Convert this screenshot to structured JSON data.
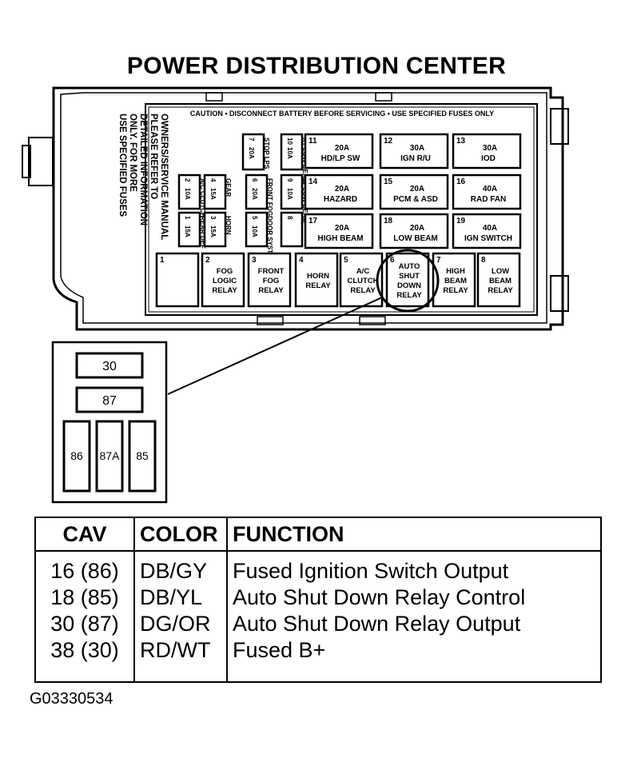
{
  "title": "POWER DISTRIBUTION CENTER",
  "caution": "CAUTION • DISCONNECT BATTERY BEFORE SERVICING • USE SPECIFIED FUSES ONLY",
  "side_note": [
    "USE SPECIFIED FUSES",
    "ONLY. FOR MORE",
    "DETAILED INFORMATION",
    "PLEASE REFER TO",
    "OWNERS/SERVICE MANUAL"
  ],
  "fuses": [
    {
      "num": "11",
      "l1": "20A",
      "l2": "HD/LP SW"
    },
    {
      "num": "12",
      "l1": "30A",
      "l2": "IGN R/U"
    },
    {
      "num": "13",
      "l1": "30A",
      "l2": "IOD"
    },
    {
      "num": "14",
      "l1": "20A",
      "l2": "HAZARD"
    },
    {
      "num": "15",
      "l1": "20A",
      "l2": "PCM & ASD"
    },
    {
      "num": "16",
      "l1": "40A",
      "l2": "RAD FAN"
    },
    {
      "num": "17",
      "l1": "20A",
      "l2": "HIGH BEAM"
    },
    {
      "num": "18",
      "l1": "20A",
      "l2": "LOW BEAM"
    },
    {
      "num": "19",
      "l1": "40A",
      "l2": "IGN SWITCH"
    }
  ],
  "small_fuses": [
    {
      "num": "7",
      "amp": "20A",
      "label": "STOP LPS"
    },
    {
      "num": "10",
      "amp": "10A",
      "label": "RT LOW BEAM"
    },
    {
      "num": "9",
      "amp": "10A",
      "label": "LT LOW BEAM"
    },
    {
      "num": "2",
      "amp": "10A",
      "label": "A/C CLUTCH"
    },
    {
      "num": "4",
      "amp": "15A",
      "label": "GEAR"
    },
    {
      "num": "6",
      "amp": "20A",
      "label": "FRONT FOG"
    },
    {
      "num": "1",
      "amp": "15A",
      "label": "REAR DEF"
    },
    {
      "num": "3",
      "amp": "15A",
      "label": "HORN"
    },
    {
      "num": "5",
      "amp": "10A",
      "label": "DOOR SYSTEM"
    },
    {
      "num": "8",
      "amp": "",
      "label": ""
    }
  ],
  "relays": [
    {
      "num": "1",
      "lines": []
    },
    {
      "num": "2",
      "lines": [
        "FOG",
        "LOGIC",
        "RELAY"
      ]
    },
    {
      "num": "3",
      "lines": [
        "FRONT",
        "FOG",
        "RELAY"
      ]
    },
    {
      "num": "4",
      "lines": [
        "HORN",
        "RELAY"
      ]
    },
    {
      "num": "5",
      "lines": [
        "A/C",
        "CLUTCH",
        "RELAY"
      ]
    },
    {
      "num": "6",
      "lines": [
        "AUTO",
        "SHUT",
        "DOWN",
        "RELAY"
      ]
    },
    {
      "num": "7",
      "lines": [
        "HIGH",
        "BEAM",
        "RELAY"
      ]
    },
    {
      "num": "8",
      "lines": [
        "LOW",
        "BEAM",
        "RELAY"
      ]
    }
  ],
  "relay_detail": {
    "top": "30",
    "middle": "87",
    "bottom": [
      "86",
      "87A",
      "85"
    ]
  },
  "table": {
    "headers": [
      "CAV",
      "COLOR",
      "FUNCTION"
    ],
    "rows": [
      {
        "cav": "16 (86)",
        "color": "DB/GY",
        "function": "Fused Ignition Switch Output"
      },
      {
        "cav": "18 (85)",
        "color": "DB/YL",
        "function": "Auto Shut Down Relay Control"
      },
      {
        "cav": "30 (87)",
        "color": "DG/OR",
        "function": "Auto Shut Down Relay Output"
      },
      {
        "cav": "38 (30)",
        "color": "RD/WT",
        "function": "Fused B+"
      }
    ]
  },
  "figure_id": "G03330534"
}
